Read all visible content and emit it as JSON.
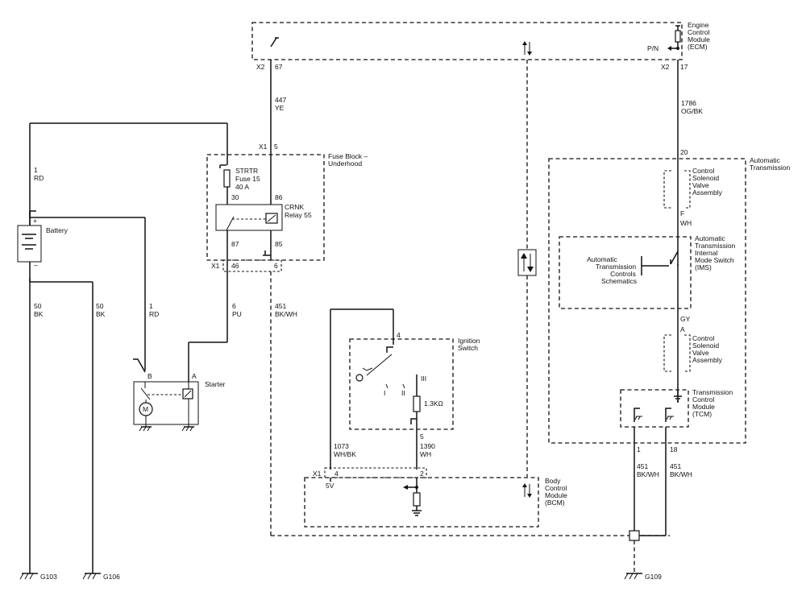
{
  "components": {
    "ecm": {
      "name_l1": "Engine",
      "name_l2": "Control",
      "name_l3": "Module",
      "name_l4": "(ECM)",
      "pn_label": "P/N"
    },
    "fuse_block": {
      "name_l1": "Fuse Block –",
      "name_l2": "Underhood",
      "fuse_l1": "STRTR",
      "fuse_l2": "Fuse 15",
      "fuse_l3": "40 A",
      "relay_l1": "CRNK",
      "relay_l2": "Relay 55",
      "pin30": "30",
      "pin86": "86",
      "pin87": "87",
      "pin85": "85"
    },
    "battery": {
      "name": "Battery",
      "plus": "+",
      "minus": "–"
    },
    "starter": {
      "name": "Starter",
      "pin_b": "B",
      "pin_a": "A",
      "motor": "M"
    },
    "ignition": {
      "name_l1": "Ignition",
      "name_l2": "Switch",
      "pin4": "4",
      "pin5": "5",
      "res": "1.3KΩ",
      "pos1": "I",
      "pos2": "II",
      "pos3": "III"
    },
    "bcm": {
      "name_l1": "Body",
      "name_l2": "Control",
      "name_l3": "Module",
      "name_l4": "(BCM)",
      "v5": "5V"
    },
    "trans": {
      "name_l1": "Automatic",
      "name_l2": "Transmission"
    },
    "csv1": {
      "l1": "Control",
      "l2": "Solenoid",
      "l3": "Valve",
      "l4": "Assembly"
    },
    "csv2": {
      "l1": "Control",
      "l2": "Solenoid",
      "l3": "Valve",
      "l4": "Assembly"
    },
    "ims": {
      "l1": "Automatic",
      "l2": "Transmission",
      "l3": "Internal",
      "l4": "Mode Switch",
      "l5": "(IMS)"
    },
    "ats": {
      "l1": "Automatic",
      "l2": "Transmission",
      "l3": "Controls",
      "l4": "Schematics"
    },
    "tcm": {
      "l1": "Transmission",
      "l2": "Control",
      "l3": "Module",
      "l4": "(TCM)"
    }
  },
  "connectors": {
    "x2_left": "X2",
    "pin67": "67",
    "x2_right": "X2",
    "pin17": "17",
    "x1_fb_top": "X1",
    "pin5": "5",
    "x1_fb_bot": "X1",
    "pin46": "46",
    "pin6": "6",
    "pin20": "20",
    "pinF": "F",
    "pinA": "A",
    "x1_bcm": "X1",
    "pin4": "4",
    "pin2": "2",
    "tcm_pin1": "1",
    "tcm_pin18": "18"
  },
  "wires": {
    "w447": {
      "num": "447",
      "color": "YE"
    },
    "w1786": {
      "num": "1786",
      "color": "OG/BK"
    },
    "w1_top": {
      "num": "1",
      "color": "RD"
    },
    "w1_bot": {
      "num": "1",
      "color": "RD"
    },
    "w50_a": {
      "num": "50",
      "color": "BK"
    },
    "w50_b": {
      "num": "50",
      "color": "BK"
    },
    "w6": {
      "num": "6",
      "color": "PU"
    },
    "w451_left": {
      "num": "451",
      "color": "BK/WH"
    },
    "w1073": {
      "num": "1073",
      "color": "WH/BK"
    },
    "w1390": {
      "num": "1390",
      "color": "WH"
    },
    "w451_t1": {
      "num": "451",
      "color": "BK/WH"
    },
    "w451_t2": {
      "num": "451",
      "color": "BK/WH"
    },
    "wh": "WH",
    "gy": "GY"
  },
  "grounds": {
    "g103": "G103",
    "g106": "G106",
    "g109": "G109"
  }
}
